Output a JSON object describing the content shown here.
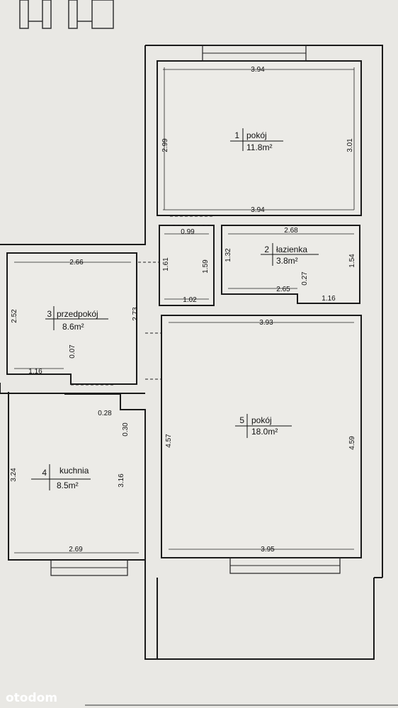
{
  "rooms": [
    {
      "number": "1",
      "name": "pokój",
      "area": "11.8m²"
    },
    {
      "number": "2",
      "name": "łazienka",
      "area": "3.8m²"
    },
    {
      "number": "3",
      "name": "przedpokój",
      "area": "8.6m²"
    },
    {
      "number": "4",
      "name": "kuchnia",
      "area": "8.5m²"
    },
    {
      "number": "5",
      "name": "pokój",
      "area": "18.0m²"
    }
  ],
  "dimensions": {
    "room1_top": "3.94",
    "room1_bottom": "3.94",
    "room1_left": "2.99",
    "room1_right": "3.01",
    "hall_top": "0.99",
    "hall_bottom": "1.02",
    "hall_left": "1.61",
    "hall_right": "1.59",
    "bath_top": "2.68",
    "bath_bottom": "2.65",
    "bath_left": "1.32",
    "bath_right": "1.54",
    "bath_step": "0.27",
    "bath_step_width": "1.16",
    "room3_top": "2.66",
    "room3_left": "2.52",
    "room3_right": "2.73",
    "room3_step": "0.07",
    "room3_bottom": "1.16",
    "room4_step_width": "0.28",
    "room4_step": "0.30",
    "room4_left": "3.24",
    "room4_right": "3.16",
    "room4_bottom": "2.69",
    "room5_top": "3.93",
    "room5_left": "4.57",
    "room5_right": "4.59",
    "room5_bottom": "3.95"
  },
  "watermark": "otodom",
  "colors": {
    "paper": "#e9e8e4",
    "wall": "#1a1a1a",
    "room_fill": "#ecebe7"
  }
}
